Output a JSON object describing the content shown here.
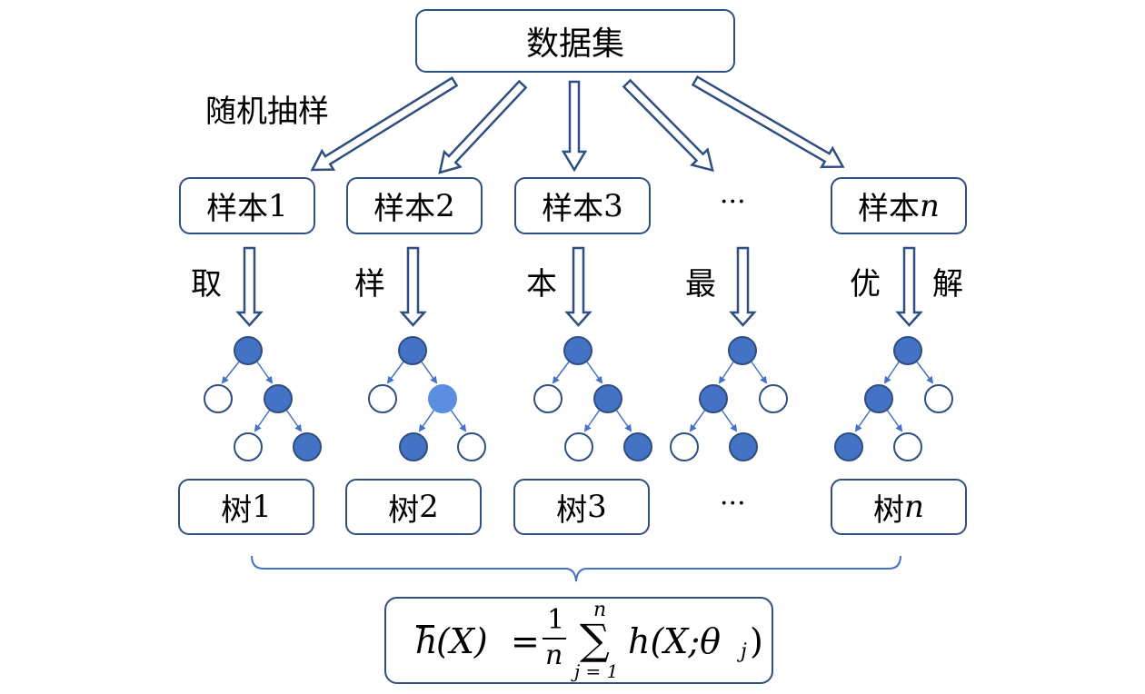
{
  "dataset_label": "数据集",
  "sampling_label": "随机抽样",
  "ellipsis": "···",
  "samples": [
    {
      "prefix": "样本",
      "index": "1"
    },
    {
      "prefix": "样本",
      "index": "2"
    },
    {
      "prefix": "样本",
      "index": "3"
    },
    {
      "prefix": "样本",
      "index": "n"
    }
  ],
  "side_labels": [
    "取",
    "样",
    "本",
    "最",
    "优",
    "解"
  ],
  "trees": [
    {
      "prefix": "树",
      "index": "1"
    },
    {
      "prefix": "树",
      "index": "2"
    },
    {
      "prefix": "树",
      "index": "3"
    },
    {
      "prefix": "树",
      "index": "n"
    }
  ],
  "formula": {
    "h": "h",
    "arg": "(X)",
    "equals": "=",
    "numerator": "1",
    "denominator": "n",
    "sum": "∑",
    "sum_upper": "n",
    "sum_lower": "j = 1",
    "term": "h(X;θ",
    "term_sub": "j",
    "close": ")"
  },
  "colors": {
    "border": "#2f4e82",
    "arrow": "#2f4e82",
    "node_fill": "#4472c4",
    "node_light_fill": "#5b8de0",
    "node_empty": "#ffffff"
  }
}
